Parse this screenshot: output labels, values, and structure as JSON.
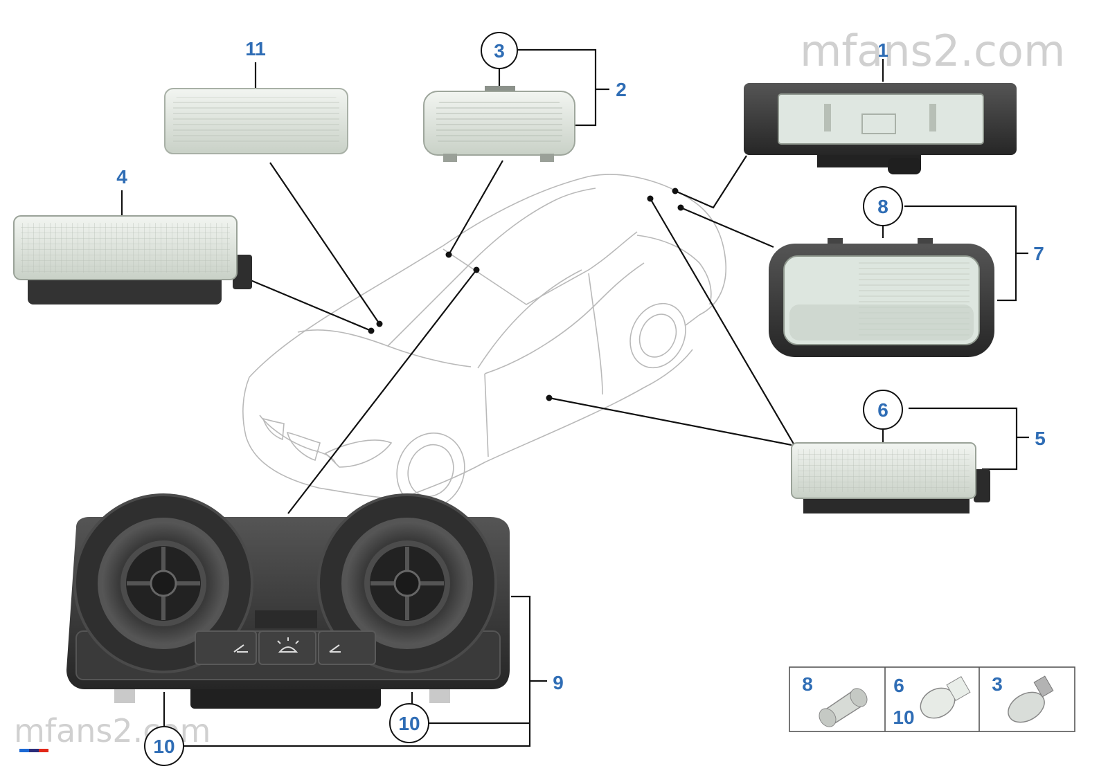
{
  "watermark": {
    "top_right": "mfans2.com",
    "bottom_left": "mfans2.com"
  },
  "callouts": {
    "c1": "1",
    "c2": "2",
    "c3": "3",
    "c4": "4",
    "c5": "5",
    "c6": "6",
    "c7": "7",
    "c8": "8",
    "c9": "9",
    "c10a": "10",
    "c10b": "10",
    "c11": "11"
  },
  "bulb_box": {
    "cell1": "8",
    "cell2a": "6",
    "cell2b": "10",
    "cell3": "3"
  },
  "colors": {
    "callout_blue": "#2f6db5",
    "lamp_panel": "#3a3a3a",
    "lens": "#e4ebe4"
  }
}
